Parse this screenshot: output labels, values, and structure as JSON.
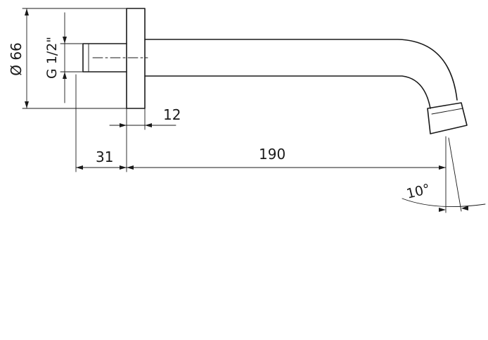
{
  "drawing": {
    "dimensions": {
      "flange_diameter": "Ø 66",
      "thread": "G 1/2\"",
      "flange_thickness": "12",
      "thread_length": "31",
      "spout_length": "190",
      "outlet_angle": "10°"
    },
    "colors": {
      "line": "#1a1a1a",
      "background": "#ffffff"
    }
  }
}
